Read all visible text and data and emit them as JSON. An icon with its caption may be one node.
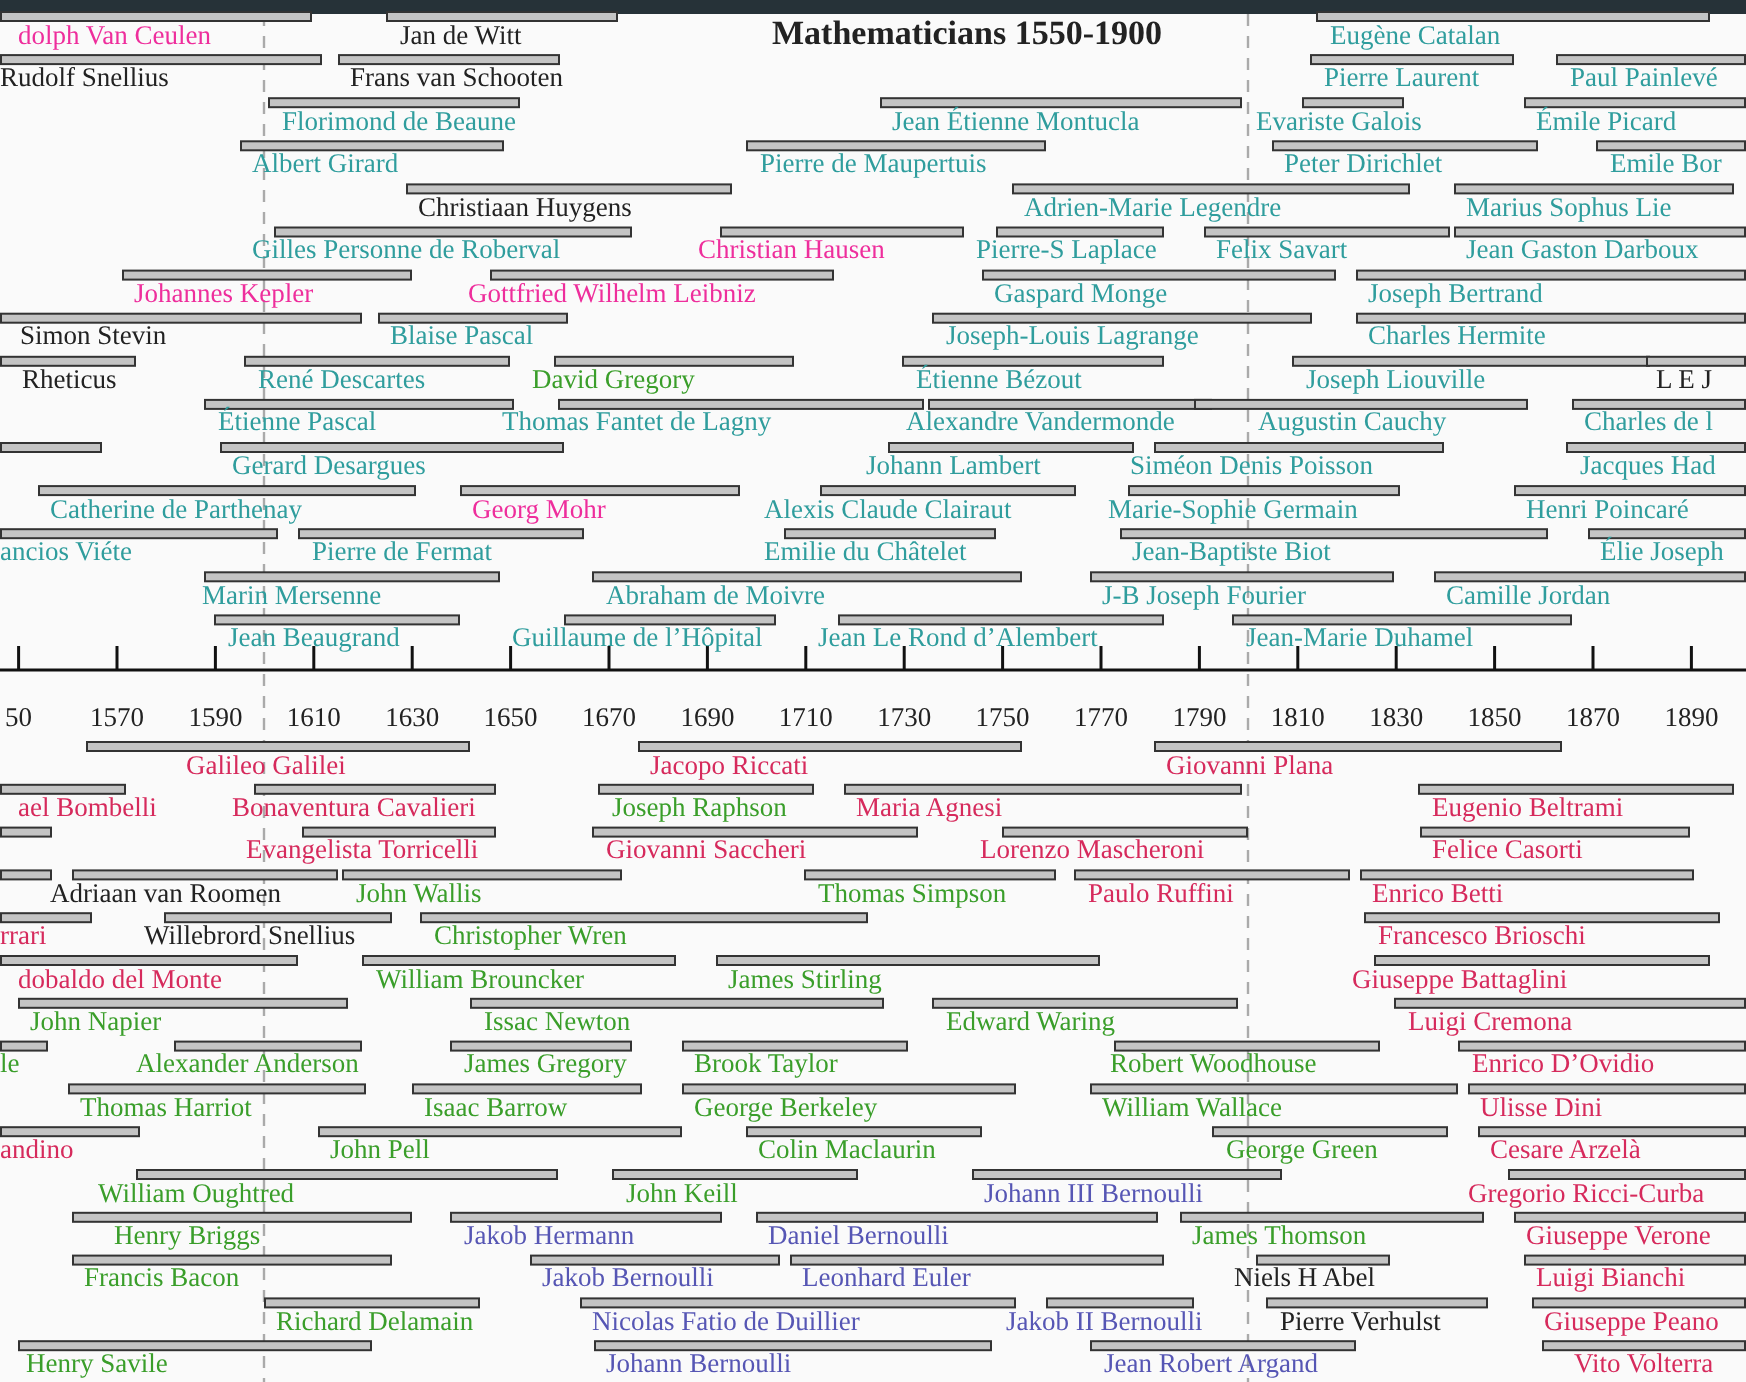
{
  "diagram": {
    "title": "Mathematicians 1550-1900",
    "labels": [
      "dolph Van Ceulen",
      "Jan de Witt",
      "Eugène Catalan",
      "Rudolf Snellius",
      "Frans van Schooten",
      "Pierre Laurent",
      "Paul Painlevé",
      "Florimond de Beaune",
      "Jean Étienne Montucla",
      "Evariste Galois",
      "Émile Picard",
      "Albert Girard",
      "Pierre de Maupertuis",
      "Peter Dirichlet",
      "Emile Bor",
      "Christiaan Huygens",
      "Adrien-Marie Legendre",
      "Marius Sophus Lie",
      "Gilles Personne de Roberval",
      "Christian Hausen",
      "Pierre-S Laplace",
      "Felix Savart",
      "Jean Gaston Darboux",
      "Johannes Kepler",
      "Gottfried Wilhelm Leibniz",
      "Gaspard Monge",
      "Joseph Bertrand",
      "Simon Stevin",
      "Blaise Pascal",
      "Joseph-Louis Lagrange",
      "Charles Hermite",
      "Rheticus",
      "René Descartes",
      "David Gregory",
      "Étienne Bézout",
      "Joseph Liouville",
      "L E J",
      "Étienne Pascal",
      "Thomas Fantet de Lagny",
      "Alexandre Vandermonde",
      "Augustin Cauchy",
      "Charles de l",
      "Gerard Desargues",
      "Johann Lambert",
      "Siméon Denis Poisson",
      "Jacques Had",
      "Catherine de Parthenay",
      "Georg Mohr",
      "Alexis Claude Clairaut",
      "Marie-Sophie Germain",
      "Henri Poincaré",
      "ancios Viéte",
      "Pierre de Fermat",
      "Emilie du Châtelet",
      "Jean-Baptiste Biot",
      "Élie Joseph",
      "Marin Mersenne",
      "Abraham de Moivre",
      "J-B Joseph Fourier",
      "Camille Jordan",
      "Jean Beaugrand",
      "Guillaume de l’Hôpital",
      "Jean Le Rond d’Alembert",
      "Jean-Marie Duhamel",
      "50",
      "1570",
      "1590",
      "1610",
      "1630",
      "1650",
      "1670",
      "1690",
      "1710",
      "1730",
      "1750",
      "1770",
      "1790",
      "1810",
      "1830",
      "1850",
      "1870",
      "1890",
      "Galileo Galilei",
      "Jacopo Riccati",
      "Giovanni Plana",
      "ael Bombelli",
      "Bonaventura Cavalieri",
      "Joseph Raphson",
      "Maria Agnesi",
      "Eugenio Beltrami",
      "Evangelista Torricelli",
      "Giovanni Saccheri",
      "Lorenzo Mascheroni",
      "Felice Casorti",
      "Adriaan van Roomen",
      "John Wallis",
      "Thomas Simpson",
      "Paulo Ruffini",
      "Enrico Betti",
      "rrari",
      "Willebrord Snellius",
      "Christopher Wren",
      "Francesco Brioschi",
      "dobaldo del Monte",
      "William Brouncker",
      "James Stirling",
      "Giuseppe Battaglini",
      "John Napier",
      "Issac Newton",
      "Edward Waring",
      "Luigi Cremona",
      "le",
      "Alexander Anderson",
      "James Gregory",
      "Brook Taylor",
      "Robert Woodhouse",
      "Enrico D’Ovidio",
      "Thomas Harriot",
      "Isaac Barrow",
      "George Berkeley",
      "William Wallace",
      "Ulisse Dini",
      "andino",
      "John Pell",
      "Colin Maclaurin",
      "George Green",
      "Cesare Arzelà",
      "William Oughtred",
      "John Keill",
      "Johann III Bernoulli",
      "Gregorio Ricci-Curba",
      "Henry Briggs",
      "Jakob Hermann",
      "Daniel Bernoulli",
      "James Thomson",
      "Giuseppe Verone",
      "Francis Bacon",
      "Jakob Bernoulli",
      "Leonhard Euler",
      "Niels H Abel",
      "Luigi Bianchi",
      "Richard Delamain",
      "Nicolas Fatio de Duillier",
      "Jakob II Bernoulli",
      "Pierre Verhulst",
      "Giuseppe Peano",
      "Henry Savile",
      "Johann Bernoulli",
      "Jean Robert Argand",
      "Vito Volterra"
    ]
  }
}
